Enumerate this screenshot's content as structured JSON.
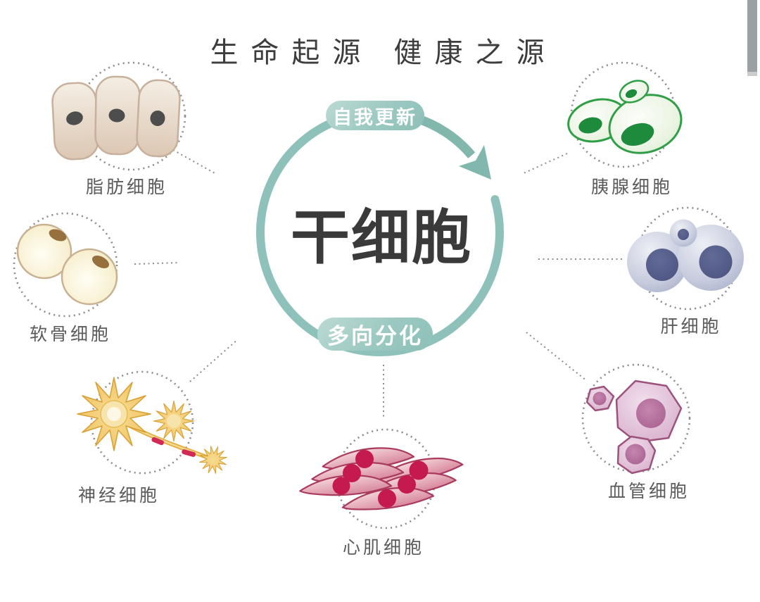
{
  "title": "生命起源 健康之源",
  "stem_cell": {
    "label": "干细胞",
    "top_badge": "自我更新",
    "bottom_badge": "多向分化"
  },
  "cells": [
    {
      "id": "fat",
      "label": "脂肪细胞"
    },
    {
      "id": "cartilage",
      "label": "软骨细胞"
    },
    {
      "id": "nerve",
      "label": "神经细胞"
    },
    {
      "id": "cardiac",
      "label": "心肌细胞"
    },
    {
      "id": "pancreas",
      "label": "胰腺细胞"
    },
    {
      "id": "liver",
      "label": "肝细胞"
    },
    {
      "id": "vessel",
      "label": "血管细胞"
    }
  ],
  "colors": {
    "accent_teal": "#8ec1ba",
    "arrow_teal": "#82b7ae",
    "badge_gradient_start": "#bcdad4",
    "badge_gradient_end": "#8cc0b8",
    "title_text": "#3d3d3d",
    "center_text": "#3a3a3a",
    "label_text": "#5b5b5b",
    "dotted_gray": "#8b8b8b",
    "scrollbar_gray": "#9ba0a3",
    "fat_cell": "#e5d2c0",
    "cartilage_cell": "#f5ecc9",
    "nerve_cell": "#eebc4e",
    "cardiac_cell": "#d05c7c",
    "pancreas_cell": "#2f9e47",
    "liver_cell": "#8d94b5",
    "vessel_cell": "#c98ab4"
  }
}
